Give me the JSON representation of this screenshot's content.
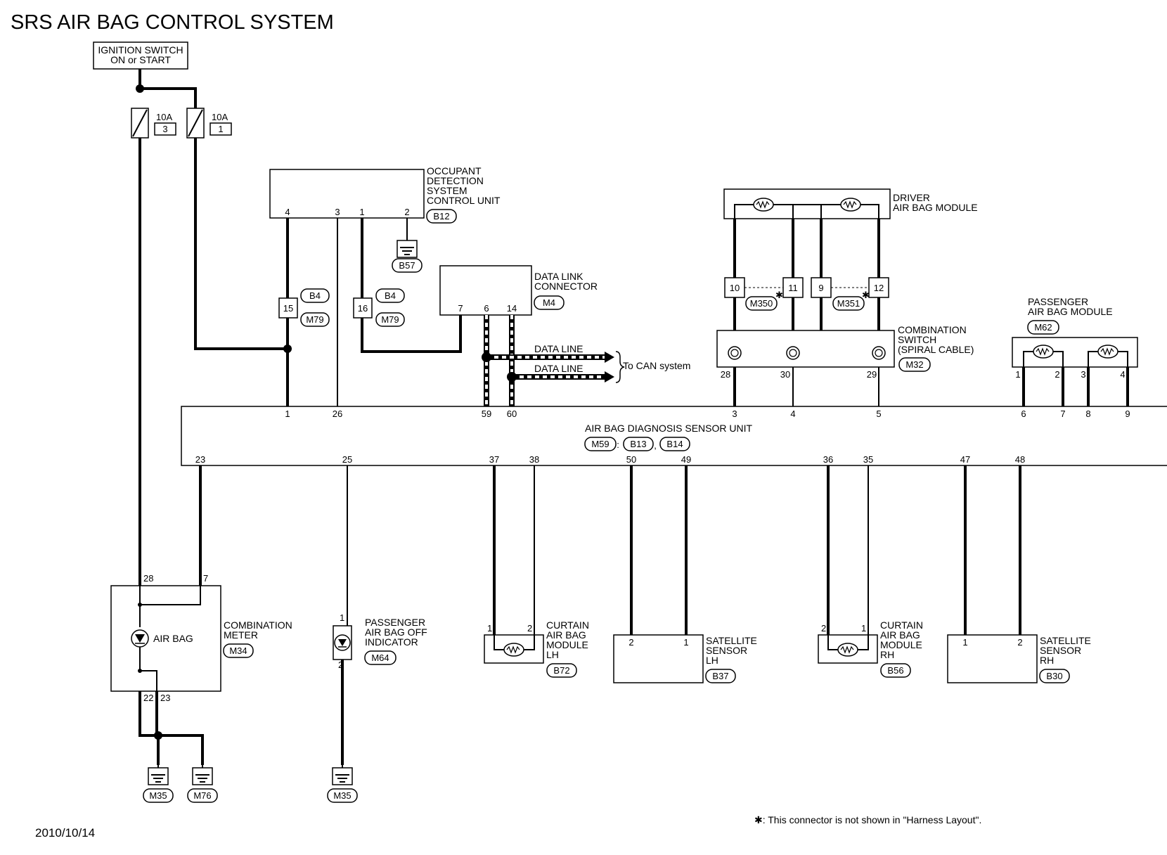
{
  "title": "SRS AIR BAG CONTROL SYSTEM",
  "date": "2010/10/14",
  "footnote": "✱: This connector is not shown in \"Harness Layout\".",
  "ignition_switch": {
    "line1": "IGNITION SWITCH",
    "line2": "ON or START"
  },
  "fuses": [
    {
      "rating": "10A",
      "number": "3"
    },
    {
      "rating": "10A",
      "number": "1"
    }
  ],
  "occupant_unit": {
    "line1": "OCCUPANT",
    "line2": "DETECTION",
    "line3": "SYSTEM",
    "line4": "CONTROL UNIT",
    "connector": "B12",
    "pins": [
      "4",
      "3",
      "1",
      "2"
    ],
    "ground": "B57"
  },
  "junctions": [
    {
      "pin": "15",
      "conn_top": "B4",
      "conn_bottom": "M79"
    },
    {
      "pin": "16",
      "conn_top": "B4",
      "conn_bottom": "M79"
    }
  ],
  "data_link": {
    "line1": "DATA LINK",
    "line2": "CONNECTOR",
    "connector": "M4",
    "pins": [
      "7",
      "6",
      "14"
    ]
  },
  "data_lines": {
    "line1": "DATA LINE",
    "line2": "DATA LINE",
    "to": "To CAN system"
  },
  "driver_module": {
    "line1": "DRIVER",
    "line2": "AIR BAG MODULE",
    "pins": [
      "10",
      "11",
      "9",
      "12"
    ],
    "conn_left": "M350",
    "conn_right": "M351",
    "star": "✱"
  },
  "combination_switch": {
    "line1": "COMBINATION",
    "line2": "SWITCH",
    "line3": "(SPIRAL CABLE)",
    "connector": "M32",
    "pins": [
      "28",
      "30",
      "29"
    ]
  },
  "passenger_module": {
    "line1": "PASSENGER",
    "line2": "AIR BAG MODULE",
    "connector": "M62",
    "pins": [
      "1",
      "2",
      "3",
      "4"
    ]
  },
  "sensor_unit": {
    "name": "AIR BAG DIAGNOSIS SENSOR UNIT",
    "connectors": [
      "M59",
      "B13",
      "B14"
    ],
    "top_pins": [
      "1",
      "26",
      "59",
      "60",
      "3",
      "4",
      "5",
      "6",
      "7",
      "8",
      "9"
    ],
    "bottom_pins": [
      "23",
      "25",
      "37",
      "38",
      "50",
      "49",
      "36",
      "35",
      "47",
      "48"
    ]
  },
  "combination_meter": {
    "line1": "COMBINATION",
    "line2": "METER",
    "connector": "M34",
    "lamp": "AIR BAG",
    "pins": [
      "28",
      "7",
      "22",
      "23"
    ],
    "grounds": [
      "M35",
      "M76"
    ]
  },
  "passenger_indicator": {
    "line1": "PASSENGER",
    "line2": "AIR BAG OFF",
    "line3": "INDICATOR",
    "connector": "M64",
    "pins": [
      "1",
      "2"
    ],
    "ground": "M35"
  },
  "curtain_lh": {
    "line1": "CURTAIN",
    "line2": "AIR BAG",
    "line3": "MODULE",
    "line4": "LH",
    "connector": "B72",
    "pins": [
      "1",
      "2"
    ]
  },
  "satellite_lh": {
    "line1": "SATELLITE",
    "line2": "SENSOR",
    "line3": "LH",
    "connector": "B37",
    "pins": [
      "2",
      "1"
    ]
  },
  "curtain_rh": {
    "line1": "CURTAIN",
    "line2": "AIR BAG",
    "line3": "MODULE",
    "line4": "RH",
    "connector": "B56",
    "pins": [
      "2",
      "1"
    ]
  },
  "satellite_rh": {
    "line1": "SATELLITE",
    "line2": "SENSOR",
    "line3": "RH",
    "connector": "B30",
    "pins": [
      "1",
      "2"
    ]
  }
}
